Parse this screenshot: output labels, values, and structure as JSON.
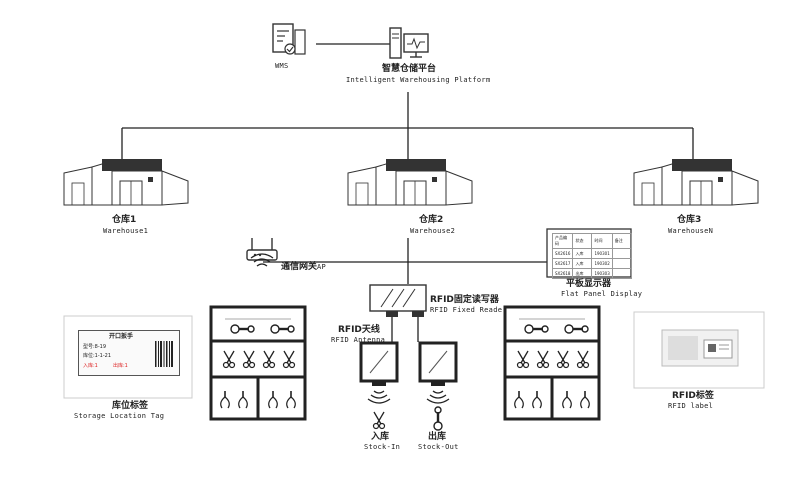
{
  "nodes": {
    "wms": {
      "label": "WMS"
    },
    "platform": {
      "zh": "智慧仓储平台",
      "en": "Intelligent Warehousing Platform"
    },
    "warehouse1": {
      "zh": "仓库1",
      "en": "Warehouse1"
    },
    "warehouse2": {
      "zh": "仓库2",
      "en": "Warehouse2"
    },
    "warehouse3": {
      "zh": "仓库3",
      "en": "WarehouseN"
    },
    "gateway": {
      "zh": "通信网关",
      "en": "AP"
    },
    "flat_panel": {
      "zh": "平板显示器",
      "en": "Flat Panel Display"
    },
    "fixed_reader": {
      "zh": "RFID固定读写器",
      "en": "RFID Fixed Reader"
    },
    "antenna": {
      "zh": "RFID天线",
      "en": "RFID Antenna"
    },
    "stock_in": {
      "zh": "入库",
      "en": "Stock-In"
    },
    "stock_out": {
      "zh": "出库",
      "en": "Stock-Out"
    },
    "location_tag": {
      "zh": "库位标签",
      "en": "Storage Location Tag"
    },
    "rfid_label": {
      "zh": "RFID标签",
      "en": "RFID label"
    }
  },
  "location_tag_screen": {
    "title": "开口扳手",
    "model": "型号:8-19",
    "position": "库位:1-1-21",
    "in": "入库:1",
    "out": "出库:1"
  },
  "panel_table": {
    "header": [
      "产品编码",
      "状态",
      "时间",
      "备注"
    ],
    "rows": [
      [
        "SX2616",
        "入库",
        "190301",
        ""
      ],
      [
        "SX2617",
        "入库",
        "190302",
        ""
      ],
      [
        "SX2618",
        "出库",
        "190303",
        ""
      ]
    ]
  }
}
